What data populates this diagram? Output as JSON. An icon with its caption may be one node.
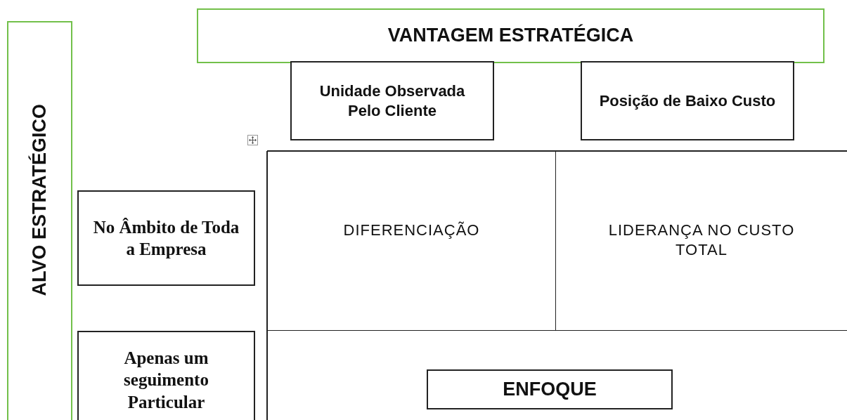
{
  "diagram": {
    "nodes": [
      {
        "text": [
          "VANTAGEM ESTRATÉGICA"
        ]
      },
      {
        "text": [
          "Unidade Observada Pelo Cliente"
        ]
      },
      {
        "text": [
          "Posição de Baixo Custo"
        ]
      },
      {
        "text": [
          "ALVO ESTRATÉGICO"
        ]
      },
      {
        "text": [
          "No Âmbito de Toda a Empresa"
        ]
      },
      {
        "text": [
          "DIFERENCIAÇÃO"
        ]
      },
      {
        "text": [
          "LIDERANÇA NO CUSTO TOTAL"
        ]
      },
      {
        "text": [
          "Apenas um seguimento Particular"
        ]
      },
      {
        "text": [
          "ENFOQUE"
        ]
      }
    ],
    "edges": []
  }
}
